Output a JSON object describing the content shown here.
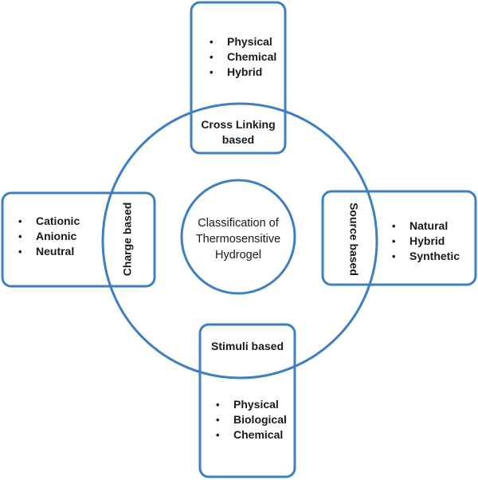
{
  "center": {
    "lines": [
      "Classification of",
      "Thermosensitive",
      "Hydrogel"
    ]
  },
  "categories": {
    "top": {
      "title_lines": [
        "Cross Linking",
        "based"
      ],
      "items": [
        "Physical",
        "Chemical",
        "Hybrid"
      ]
    },
    "left": {
      "title": "Charge based",
      "items": [
        "Cationic",
        "Anionic",
        "Neutral"
      ]
    },
    "right": {
      "title": "Source based",
      "items": [
        "Natural",
        "Hybrid",
        "Synthetic"
      ]
    },
    "bottom": {
      "title": "Stimuli based",
      "items": [
        "Physical",
        "Biological",
        "Chemical"
      ]
    }
  },
  "colors": {
    "stroke": "#3d7fc0",
    "text": "#1a1a1a",
    "background": "#ffffff"
  }
}
